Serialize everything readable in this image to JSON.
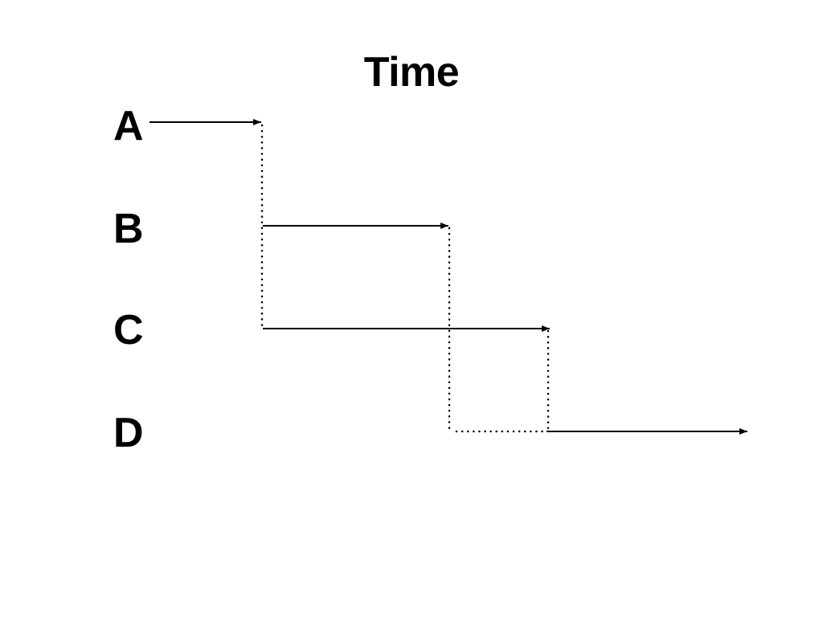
{
  "diagram": {
    "title": "Time",
    "rows": [
      {
        "id": "A",
        "label": "A"
      },
      {
        "id": "B",
        "label": "B"
      },
      {
        "id": "C",
        "label": "C"
      },
      {
        "id": "D",
        "label": "D"
      }
    ],
    "colors": {
      "line": "#000000",
      "background": "#ffffff"
    }
  }
}
